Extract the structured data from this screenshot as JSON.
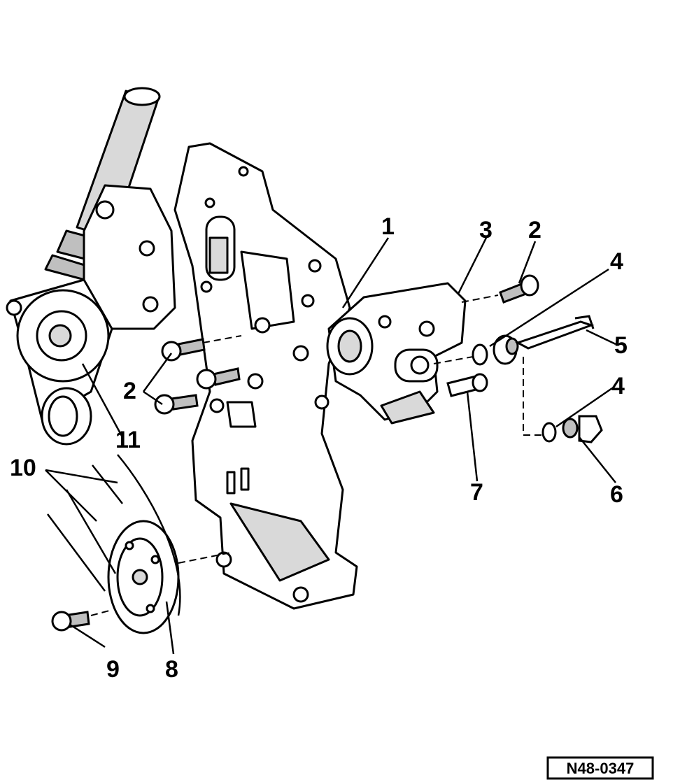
{
  "callouts": {
    "c1": "1",
    "c2a": "2",
    "c2b": "2",
    "c3": "3",
    "c4a": "4",
    "c4b": "4",
    "c5": "5",
    "c6": "6",
    "c7": "7",
    "c8": "8",
    "c9": "9",
    "c10": "10",
    "c11": "11"
  },
  "reference_code": "N48-0347",
  "colors": {
    "ink": "#000000",
    "paper": "#ffffff",
    "shade": "#d9d9d9"
  }
}
